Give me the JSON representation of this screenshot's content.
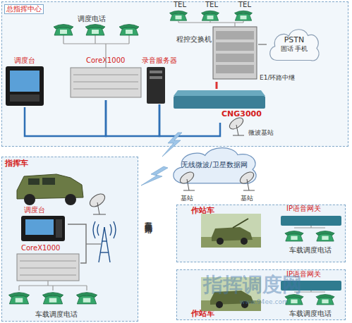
{
  "diagram": {
    "nodes": [
      {
        "text": [
          "总指挥中心"
        ]
      },
      {
        "text": [
          "调度台"
        ],
        "in": 0
      },
      {
        "text": [
          "CoreX1000"
        ],
        "in": 0
      },
      {
        "text": [
          "录音服务器"
        ],
        "in": 0
      },
      {
        "text": [
          "程控交换机"
        ],
        "in": 0
      },
      {
        "text": [
          "CNG3000"
        ],
        "in": 0
      },
      {
        "text": [
          "PSTN",
          "固话 手机"
        ],
        "in": 0
      },
      {
        "text": [
          "无线微波/卫星数据网"
        ]
      },
      {
        "text": [
          "指挥车"
        ]
      },
      {
        "text": [
          "调度台"
        ],
        "in": 8
      },
      {
        "text": [
          "CoreX1000"
        ],
        "in": 8
      },
      {
        "text": [
          "作站车"
        ]
      },
      {
        "text": [
          "IP语音网关"
        ],
        "in": 11
      },
      {
        "text": [
          "作站车"
        ]
      },
      {
        "text": [
          "IP语音网关"
        ],
        "in": 13
      }
    ],
    "edges": [
      {
        "from": 1,
        "to": 2,
        "arrow": "none"
      },
      {
        "from": 2,
        "to": 3,
        "arrow": "none"
      },
      {
        "from": 3,
        "to": 5,
        "arrow": "none"
      },
      {
        "from": 4,
        "to": 5,
        "label": "E1/环路中继",
        "arrow": "none"
      },
      {
        "from": 4,
        "to": 6,
        "arrow": "none"
      },
      {
        "from": 9,
        "to": 10,
        "arrow": "none"
      }
    ],
    "labels": [
      "调度电话",
      "TEL",
      "TEL",
      "TEL",
      "微波基站",
      "基站",
      "基站",
      "车载调度电话",
      "车载无线宽带网络",
      "车载调度电话",
      "车载调度电话",
      "指挥调度网",
      "www.94ee.com"
    ]
  }
}
